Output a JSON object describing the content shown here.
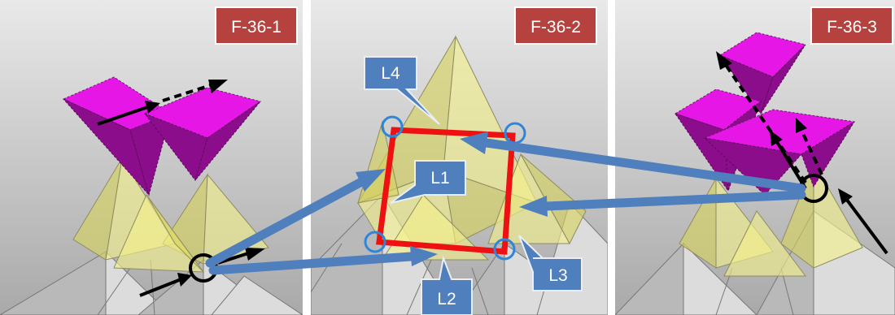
{
  "panels": [
    {
      "tag": "F-36-1"
    },
    {
      "tag": "F-36-2"
    },
    {
      "tag": "F-36-3"
    }
  ],
  "callouts": {
    "l1": "L1",
    "l2": "L2",
    "l3": "L3",
    "l4": "L4"
  },
  "colors": {
    "tag_background": "#b5423e",
    "callout_background": "#4f7fbd",
    "highlight_square": "#ee1111",
    "vertex_ring": "#2e86d8",
    "top_face": "#e617e6",
    "side_face": "#8c0d8c",
    "lower_pyramid": "#f4f08a"
  }
}
